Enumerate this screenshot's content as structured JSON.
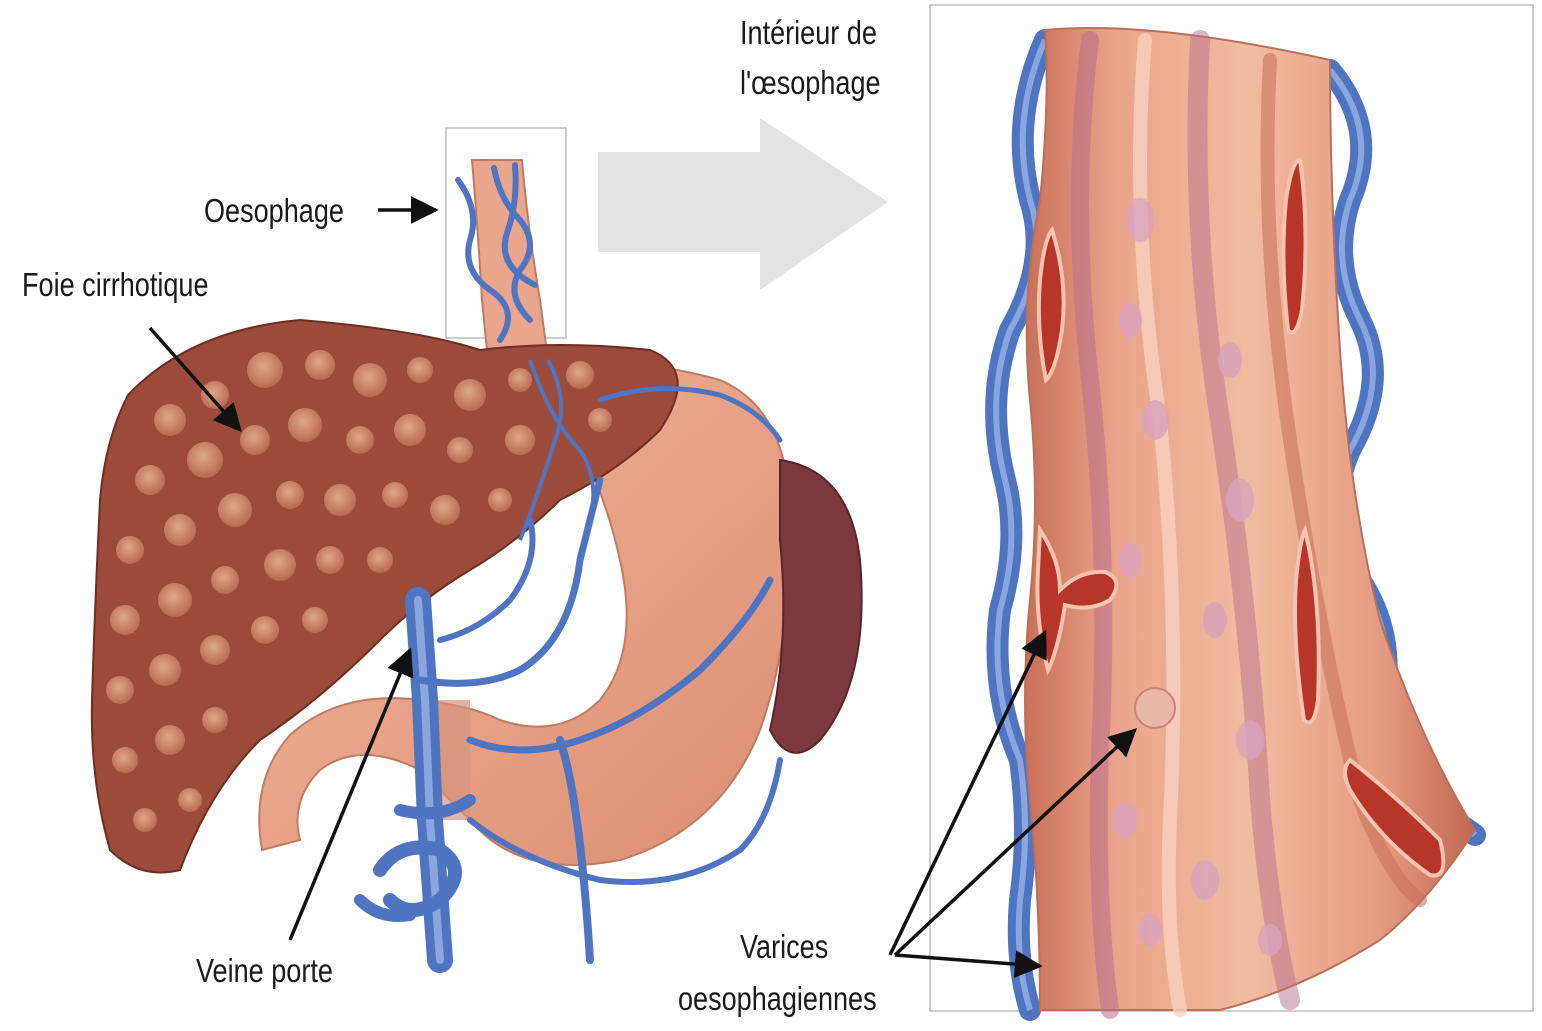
{
  "labels": {
    "oesophage": "Oesophage",
    "foie": "Foie cirrhotique",
    "veine": "Veine porte",
    "interieur_line1": "Intérieur de",
    "interieur_line2": "l'œsophage",
    "varices_line1": "Varices",
    "varices_line2": "oesophagiennes"
  },
  "colors": {
    "liver": "#9c4a3a",
    "liver_nodule": "#c47a62",
    "stomach": "#eaa58a",
    "vein": "#4f74c2",
    "spleen": "#7d3a3e",
    "esophagus_wall": "#e2937a",
    "hemorrhage": "#b8352a",
    "arrow_gray": "#e3e3e3"
  }
}
